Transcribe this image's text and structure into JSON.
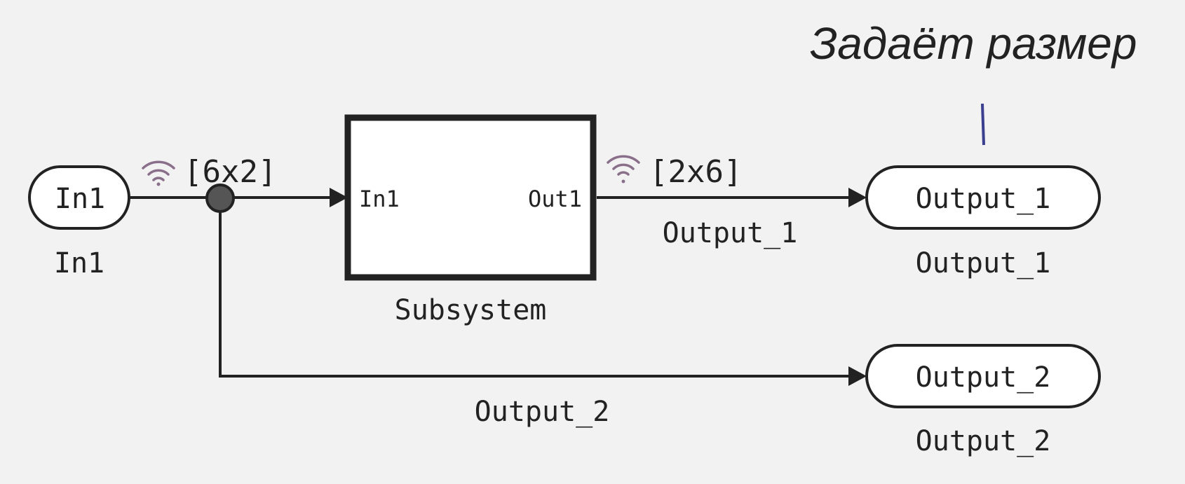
{
  "annotation": {
    "text": "Задаёт размер",
    "marker_color": "#3b3f8f"
  },
  "blocks": {
    "in1": {
      "inner_label": "In1",
      "caption": "In1"
    },
    "subsystem": {
      "in_port": "In1",
      "out_port": "Out1",
      "caption": "Subsystem"
    },
    "output_1": {
      "inner_label": "Output_1",
      "caption": "Output_1"
    },
    "output_2": {
      "inner_label": "Output_2",
      "caption": "Output_2"
    }
  },
  "signals": {
    "input": {
      "dimensions": "[6x2]",
      "icon": "signal-broadcast-icon"
    },
    "output_1": {
      "dimensions": "[2x6]",
      "label": "Output_1",
      "icon": "signal-broadcast-icon"
    },
    "output_2": {
      "label": "Output_2"
    }
  },
  "colors": {
    "background": "#f2f2f2",
    "line": "#222222",
    "branch_point": "#555555",
    "signal_icon": "#8a6f8a"
  }
}
